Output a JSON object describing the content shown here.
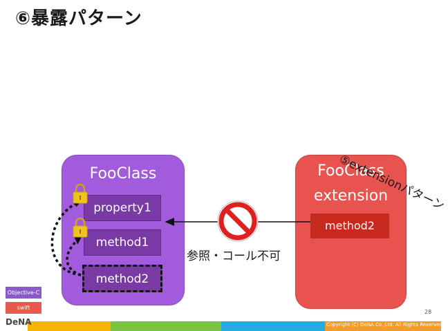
{
  "title": "⑥暴露パターン",
  "foo_class": {
    "title": "FooClass",
    "members": {
      "property": "property1",
      "method1": "method1",
      "method2": "method2"
    }
  },
  "extension": {
    "title_line1": "FooClass",
    "title_line2": "extension",
    "method": "method2"
  },
  "arrow_label": "参照・コール不可",
  "pattern_label": "⑤extensionパターン",
  "legend": {
    "objc": "Objective-C",
    "swift": "swift"
  },
  "page_number": "28",
  "logo": "DeNA",
  "copyright": "Copyright (C) DeNA Co.,Ltd. All Rights Reserved.",
  "colors": {
    "foo_panel": "#a25bdc",
    "extension_panel": "#e9534f",
    "member": "#7a3aa6",
    "extension_method": "#c62a1f",
    "lock": "#f0c419",
    "prohibited": "#e02020"
  }
}
